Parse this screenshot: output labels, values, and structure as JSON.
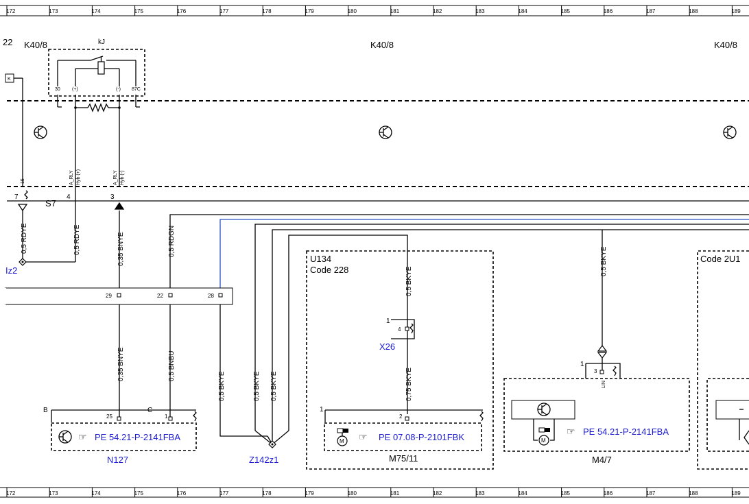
{
  "ruler": {
    "top": [
      "172",
      "173",
      "174",
      "175",
      "176",
      "177",
      "178",
      "179",
      "180",
      "181",
      "182",
      "183",
      "184",
      "185",
      "186",
      "187",
      "188",
      "189"
    ],
    "bottom": [
      "172",
      "173",
      "174",
      "175",
      "176",
      "177",
      "178",
      "179",
      "180",
      "181",
      "182",
      "183",
      "184",
      "185",
      "186",
      "187",
      "188",
      "189"
    ]
  },
  "labels": {
    "k40_left": "K40/8",
    "k40_mid": "K40/8",
    "k40_right": "K40/8",
    "kj": "kJ",
    "cut_22": "22",
    "s7": "S7",
    "iz2": "Iz2",
    "u134": "U134",
    "code228": "Code 228",
    "code2u1": "Code 2U1",
    "x26": "X26",
    "z142z1": "Z142z1",
    "n127": "N127",
    "m75_11": "M75/11",
    "m4_7": "M4/7"
  },
  "relay_pins": {
    "p30": "30",
    "plus": "(+)",
    "minus": "(-)",
    "p87c": "87C"
  },
  "pin_numbers": {
    "s7_7": "7",
    "s7_4": "4",
    "s7_3": "3",
    "hdr_29": "29",
    "hdr_22": "22",
    "hdr_28": "28",
    "x26_1": "1",
    "x26_4": "4",
    "n127_b": "B",
    "n127_c": "C",
    "n127_25": "25",
    "n127_1": "1",
    "m75_1": "1",
    "m75_2": "2",
    "m47_1": "1",
    "m47_3": "3"
  },
  "pin_names": {
    "p15": "15",
    "a_rly_1": "A_RLY",
    "hyb_plus": "Hyb (+)",
    "a_rly_2": "A_RLY",
    "hyb_minus": "Hyb (-)",
    "lin": "LIN"
  },
  "wires": {
    "w1": "0,5 RDYE",
    "w2": "0,5 RDYE",
    "w3": "0,35 BNYE",
    "w4": "0,5 RDGN",
    "w5": "0,35 BNYE",
    "w6": "0,5 BNBU",
    "w7": "0,5 BKYE",
    "w8": "0,5 BKYE",
    "w9": "0,5 BKYE",
    "w10": "0,5 BKYE",
    "w11": "0,75 BKYE",
    "w12": "0,5 BKYE"
  },
  "refs": {
    "n127": "PE 54.21-P-2141FBA",
    "m75_11": "PE 07.08-P-2101FBK",
    "m4_7": "PE 54.21-P-2141FBA"
  },
  "icons": {
    "hand": "hand-pointing-icon",
    "transistor": "transistor-icon",
    "motor": "motor-icon"
  },
  "colors": {
    "link": "#1a1ad0",
    "blue_wire": "#2a52c8"
  }
}
